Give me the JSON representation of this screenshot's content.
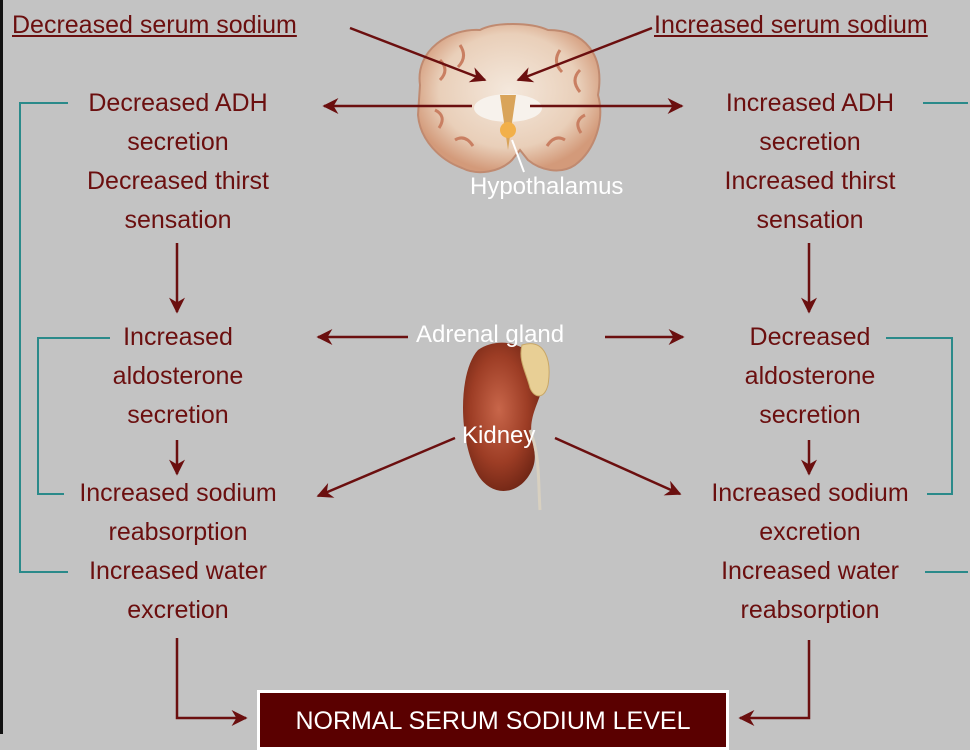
{
  "left": {
    "heading": "Decreased serum sodium",
    "adh": [
      "Decreased ADH",
      "secretion",
      "Decreased thirst",
      "sensation"
    ],
    "aldosterone": [
      "Increased",
      "aldosterone",
      "secretion"
    ],
    "sodium": [
      "Increased sodium",
      "reabsorption"
    ],
    "water": [
      "Increased water",
      "excretion"
    ]
  },
  "right": {
    "heading": "Increased serum sodium",
    "adh": [
      "Increased ADH",
      "secretion",
      "Increased thirst",
      "sensation"
    ],
    "aldosterone": [
      "Decreased",
      "aldosterone",
      "secretion"
    ],
    "sodium": [
      "Increased sodium",
      "excretion"
    ],
    "water": [
      "Increased water",
      "reabsorption"
    ]
  },
  "center": {
    "hypothalamus": "Hypothalamus",
    "adrenal": "Adrenal gland",
    "kidney": "Kidney"
  },
  "result": "NORMAL SERUM SODIUM LEVEL",
  "colors": {
    "background": "#c3c3c3",
    "text": "#6b0f0f",
    "arrow": "#6b0f0f",
    "bracket": "#2a8a8a",
    "result_box": "#5a0000"
  }
}
